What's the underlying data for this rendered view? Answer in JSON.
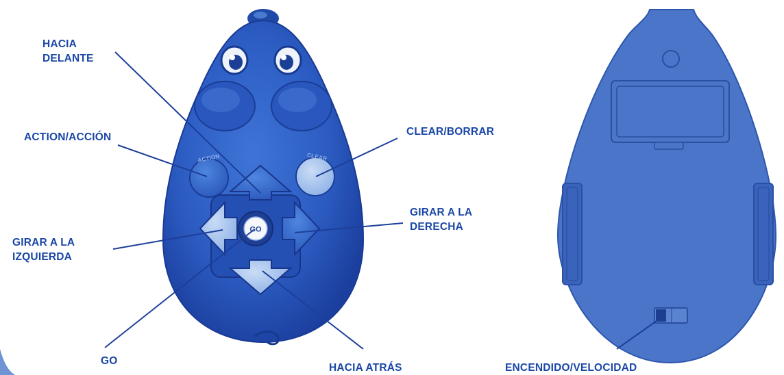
{
  "front_view": {
    "labels": {
      "forward": [
        "HACIA",
        "DELANTE"
      ],
      "action": "ACTION/ACCIÓN",
      "clear": "CLEAR/BORRAR",
      "turn_right": [
        "GIRAR A LA",
        "DERECHA"
      ],
      "turn_left": [
        "GIRAR A LA",
        "IZQUIERDA"
      ],
      "go": "GO",
      "backward": "HACIA ATRÁS"
    },
    "button_text": {
      "action": "ACTION",
      "clear": "CLEAR",
      "go": "GO"
    }
  },
  "back_view": {
    "labels": {
      "power_speed": "ENCENDIDO/VELOCIDAD"
    }
  },
  "colors": {
    "body_blue": "#2f5fc4",
    "body_dark": "#1d3f9a",
    "back_blue": "#4a75c8",
    "label_text": "#1a47a6",
    "button_light": "#a9c7f0",
    "leader_line": "#1d3f9a"
  }
}
